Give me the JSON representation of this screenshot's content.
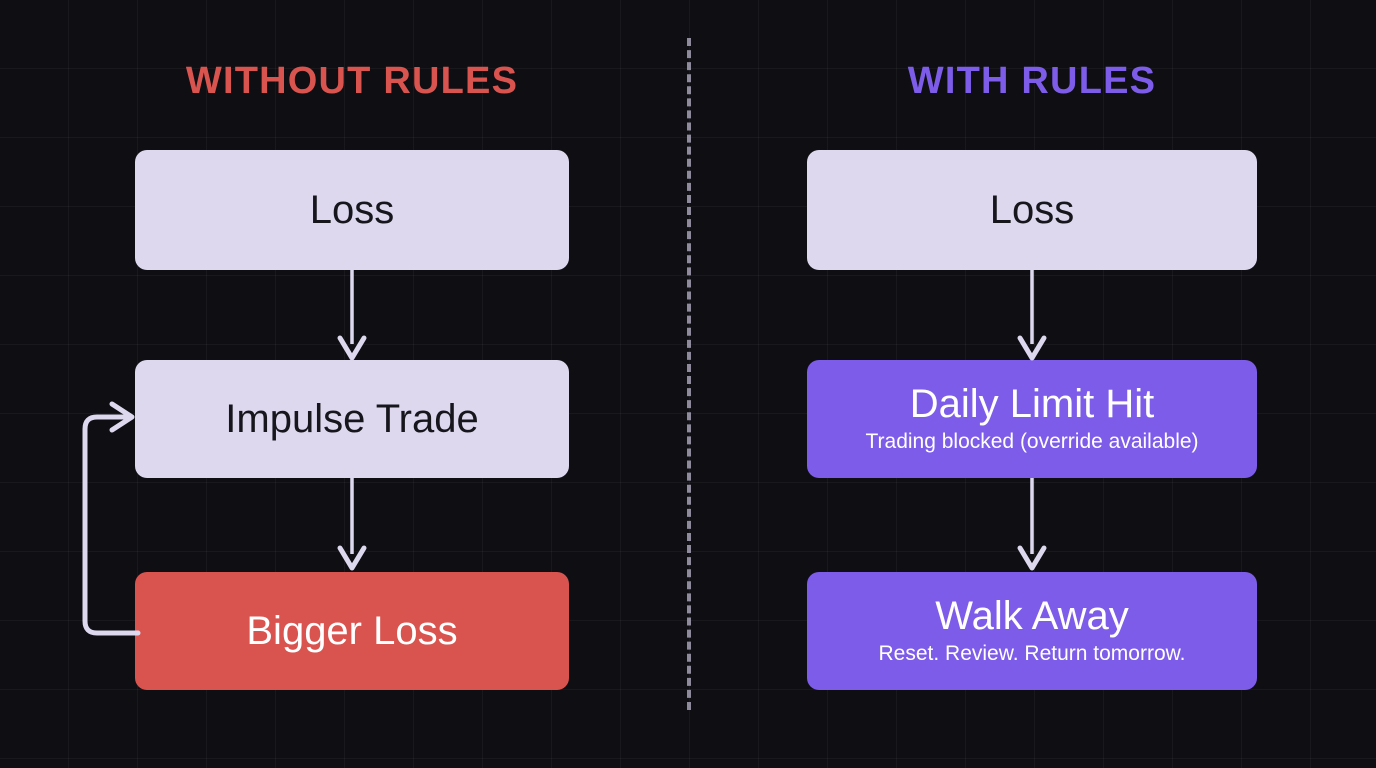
{
  "diagram": {
    "title_left": "WITHOUT RULES",
    "title_right": "WITH RULES",
    "colors": {
      "background": "#0e0e13",
      "grid_line": "rgba(255,255,255,0.045)",
      "danger": "#d9534f",
      "accent": "#7c5ce8",
      "neutral_box": "#ded8ef",
      "neutral_text": "#16161c",
      "connector": "#ded8ef",
      "divider": "#b9b4c9"
    },
    "left_column": {
      "heading": "WITHOUT RULES",
      "nodes": [
        {
          "title": "Loss",
          "subtitle": "",
          "style": "neutral"
        },
        {
          "title": "Impulse Trade",
          "subtitle": "",
          "style": "neutral"
        },
        {
          "title": "Bigger Loss",
          "subtitle": "",
          "style": "danger"
        }
      ],
      "connectors": [
        {
          "from": "Loss",
          "to": "Impulse Trade",
          "kind": "arrow-down"
        },
        {
          "from": "Impulse Trade",
          "to": "Bigger Loss",
          "kind": "arrow-down"
        },
        {
          "from": "Bigger Loss",
          "to": "Impulse Trade",
          "kind": "feedback-loop-left"
        }
      ]
    },
    "right_column": {
      "heading": "WITH RULES",
      "nodes": [
        {
          "title": "Loss",
          "subtitle": "",
          "style": "neutral"
        },
        {
          "title": "Daily Limit Hit",
          "subtitle": "Trading blocked (override available)",
          "style": "accent"
        },
        {
          "title": "Walk Away",
          "subtitle": "Reset. Review. Return tomorrow.",
          "style": "accent"
        }
      ],
      "connectors": [
        {
          "from": "Loss",
          "to": "Daily Limit Hit",
          "kind": "arrow-down"
        },
        {
          "from": "Daily Limit Hit",
          "to": "Walk Away",
          "kind": "arrow-down"
        }
      ]
    },
    "divider": {
      "orientation": "vertical",
      "style": "dashed"
    }
  }
}
